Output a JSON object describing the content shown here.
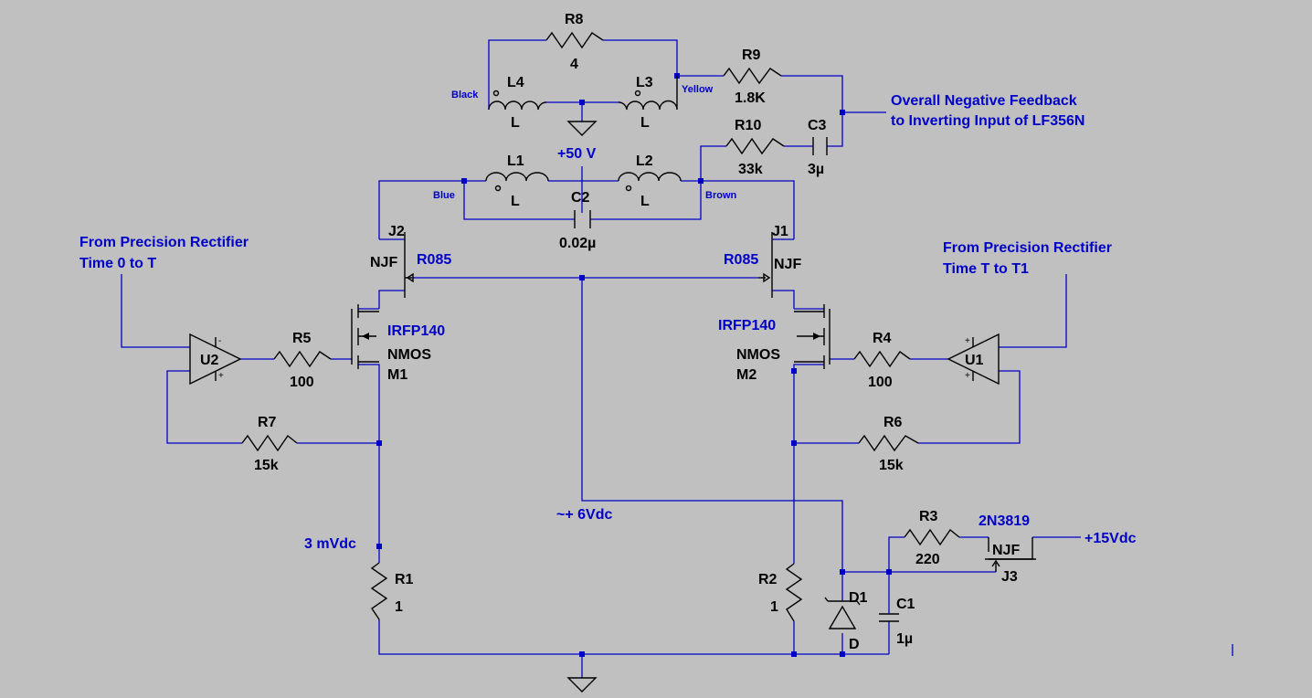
{
  "components": {
    "R1": {
      "ref": "R1",
      "value": "1"
    },
    "R2": {
      "ref": "R2",
      "value": "1"
    },
    "R3": {
      "ref": "R3",
      "value": "220"
    },
    "R4": {
      "ref": "R4",
      "value": "100"
    },
    "R5": {
      "ref": "R5",
      "value": "100"
    },
    "R6": {
      "ref": "R6",
      "value": "15k"
    },
    "R7": {
      "ref": "R7",
      "value": "15k"
    },
    "R8": {
      "ref": "R8",
      "value": "4"
    },
    "R9": {
      "ref": "R9",
      "value": "1.8K"
    },
    "R10": {
      "ref": "R10",
      "value": "33k"
    },
    "C1": {
      "ref": "C1",
      "value": "1µ"
    },
    "C2": {
      "ref": "C2",
      "value": "0.02µ"
    },
    "C3": {
      "ref": "C3",
      "value": "3µ"
    },
    "L1": {
      "ref": "L1",
      "value": "L"
    },
    "L2": {
      "ref": "L2",
      "value": "L"
    },
    "L3": {
      "ref": "L3",
      "value": "L"
    },
    "L4": {
      "ref": "L4",
      "value": "L"
    },
    "J1": {
      "ref": "J1",
      "type": "NJF",
      "model": "R085"
    },
    "J2": {
      "ref": "J2",
      "type": "NJF",
      "model": "R085"
    },
    "J3": {
      "ref": "J3",
      "type": "NJF",
      "model": "2N3819"
    },
    "M1": {
      "ref": "M1",
      "type": "NMOS",
      "model": "IRFP140"
    },
    "M2": {
      "ref": "M2",
      "type": "NMOS",
      "model": "IRFP140"
    },
    "U1": {
      "ref": "U1"
    },
    "U2": {
      "ref": "U2"
    },
    "D1": {
      "ref": "D1",
      "value": "D"
    }
  },
  "labels": {
    "supply_50v": "+50 V",
    "supply_15v": "+15Vdc",
    "bias_6v": "~+ 6Vdc",
    "sense_3mv": "3 mVdc",
    "feedback_line1": "Overall Negative Feedback",
    "feedback_line2": "to Inverting Input of LF356N",
    "left_input_line1": "From Precision Rectifier",
    "left_input_line2": "Time 0 to T",
    "right_input_line1": "From Precision Rectifier",
    "right_input_line2": "Time T to T1",
    "wire_black": "Black",
    "wire_yellow": "Yellow",
    "wire_blue": "Blue",
    "wire_brown": "Brown"
  },
  "opamp_pins": {
    "plus": "+",
    "minus": "-"
  },
  "colors": {
    "background": "#c0c0c0",
    "wire": "#0000c8",
    "component": "#000000"
  }
}
